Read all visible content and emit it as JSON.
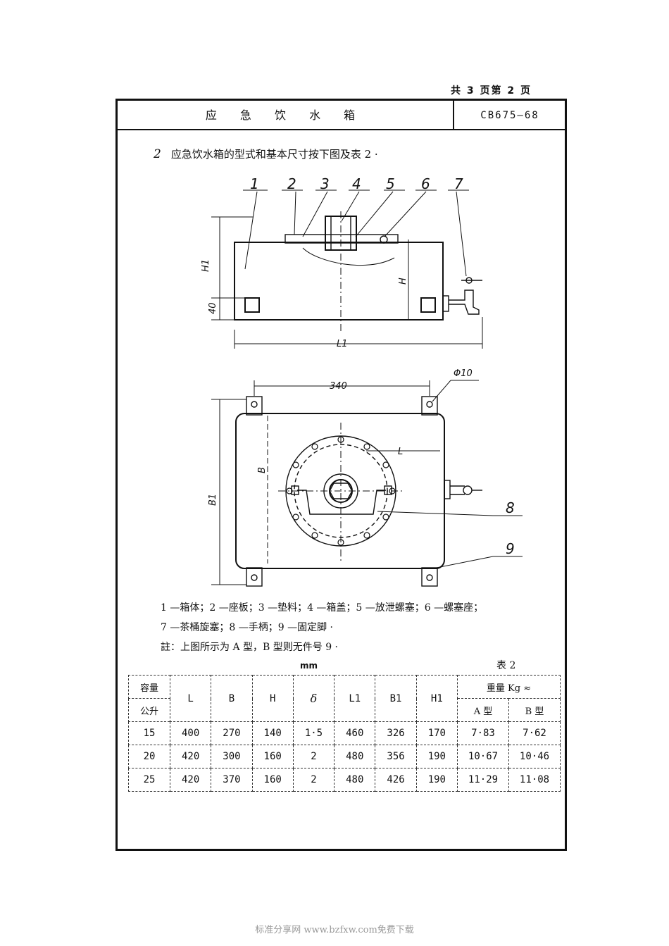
{
  "page_info": "共 3 页第 2 页",
  "header": {
    "title": "应 急 饮 水 箱",
    "code": "CB675—68"
  },
  "intro": {
    "number": "2",
    "text": "应急饮水箱的型式和基本尺寸按下图及表 2 ·"
  },
  "drawing": {
    "part_numbers": [
      "1",
      "2",
      "3",
      "4",
      "5",
      "6",
      "7"
    ],
    "dims": {
      "h1": "H1",
      "forty": "40",
      "h": "H",
      "l1": "L1",
      "three40": "340",
      "phi10": "Φ10",
      "b": "B",
      "b1": "B1",
      "l": "L"
    },
    "extra_labels": [
      "8",
      "9"
    ]
  },
  "legend": {
    "line1": "1 —箱体；2 —座板；3 —垫料；4 —箱盖；5 —放泄螺塞；6 —螺塞座；",
    "line2": "7 —茶桶旋塞；8 —手柄；9 —固定脚 ·",
    "note": "註：上图所示为 A 型，B 型则无件号 9 ·"
  },
  "table": {
    "units": "mm",
    "number": "表 2",
    "header": {
      "capacity_top": "容量",
      "capacity_bottom": "公升",
      "cols": [
        "L",
        "B",
        "H",
        "δ",
        "L1",
        "B1",
        "H1"
      ],
      "weight": "重量 Kg ≈",
      "type_a": "A 型",
      "type_b": "B 型"
    },
    "rows": [
      [
        "15",
        "400",
        "270",
        "140",
        "1·5",
        "460",
        "326",
        "170",
        "7·83",
        "7·62"
      ],
      [
        "20",
        "420",
        "300",
        "160",
        "2",
        "480",
        "356",
        "190",
        "10·67",
        "10·46"
      ],
      [
        "25",
        "420",
        "370",
        "160",
        "2",
        "480",
        "426",
        "190",
        "11·29",
        "11·08"
      ]
    ]
  },
  "footer": "标准分享网 www.bzfxw.com免费下载"
}
